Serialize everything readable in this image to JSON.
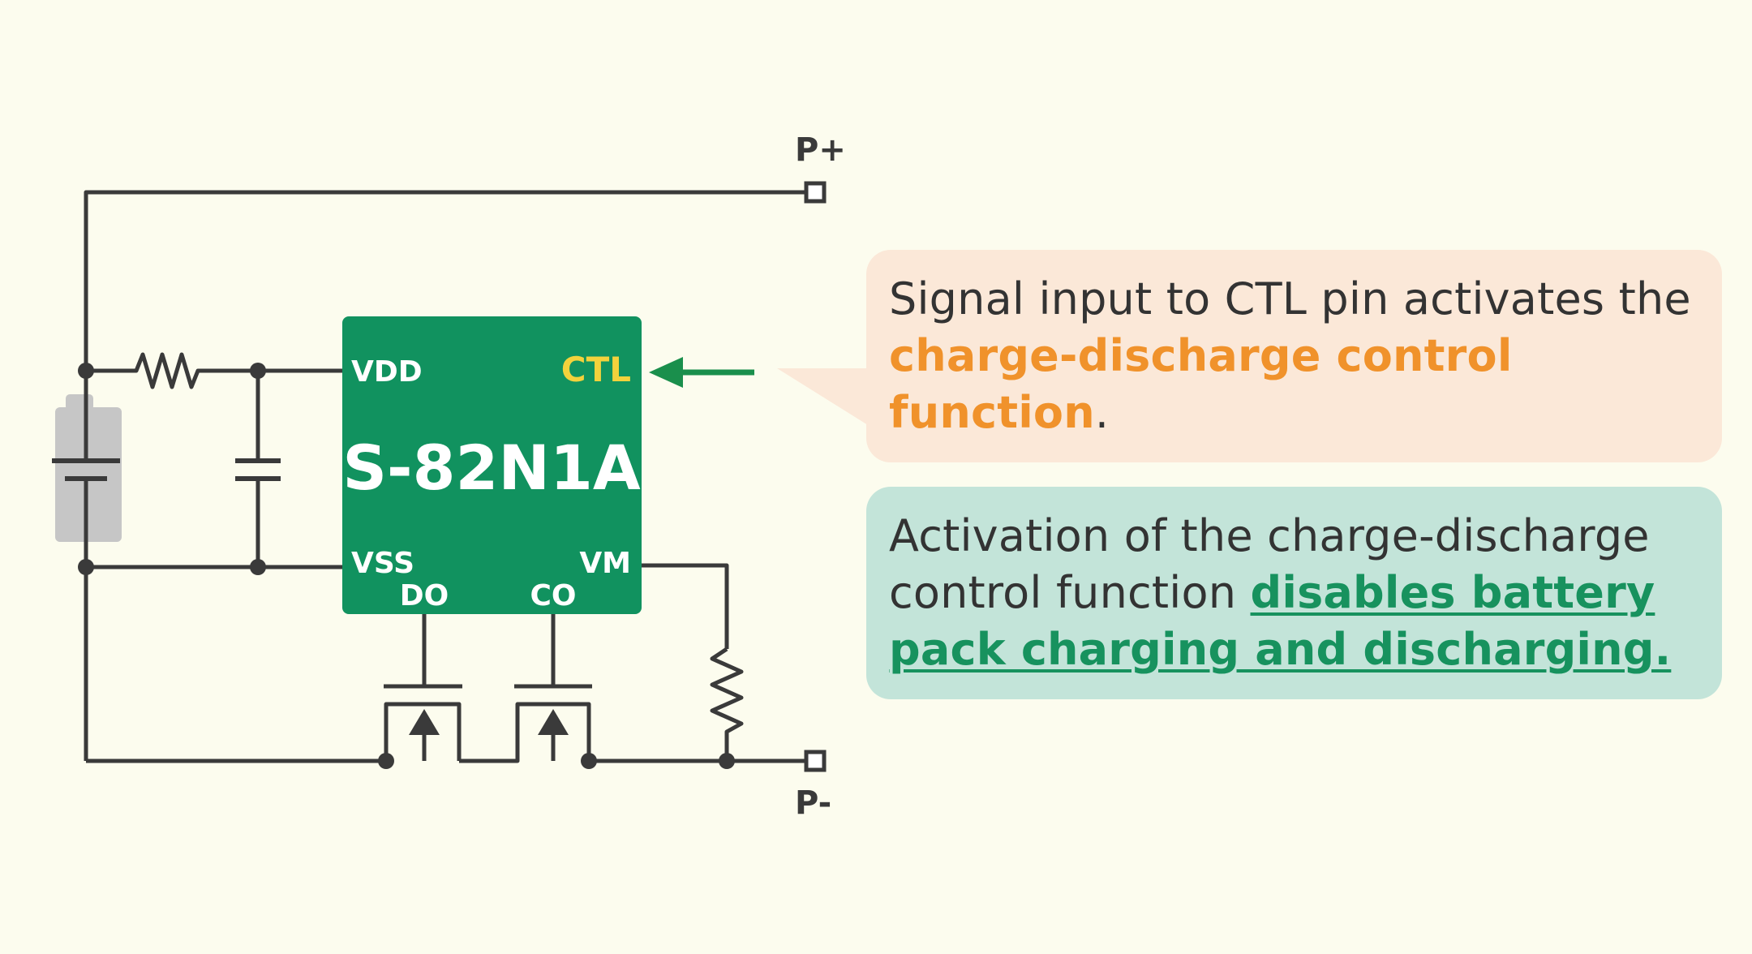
{
  "chip": {
    "name": "S-82N1A",
    "color": "#11925f",
    "pins": {
      "vdd": "VDD",
      "ctl": "CTL",
      "vss": "VSS",
      "do": "DO",
      "co": "CO",
      "vm": "VM"
    },
    "ctl_color": "#f3d23c"
  },
  "terminals": {
    "positive": "P+",
    "negative": "P-"
  },
  "colors": {
    "background": "#fcfcee",
    "wire": "#3a3a3a",
    "arrow": "#1a8f4c",
    "callout_orange_bg": "#fbe8d8",
    "callout_green_bg": "#c3e4d9",
    "highlight_orange": "#f0922b",
    "highlight_green": "#17925e"
  },
  "callouts": [
    {
      "text_before": "Signal input to CTL pin activates the ",
      "highlight": "charge-discharge control function",
      "text_after": "."
    },
    {
      "text_before": "Activation of the charge-discharge control function ",
      "highlight": "disables battery pack charging and discharging.",
      "text_after": ""
    }
  ]
}
